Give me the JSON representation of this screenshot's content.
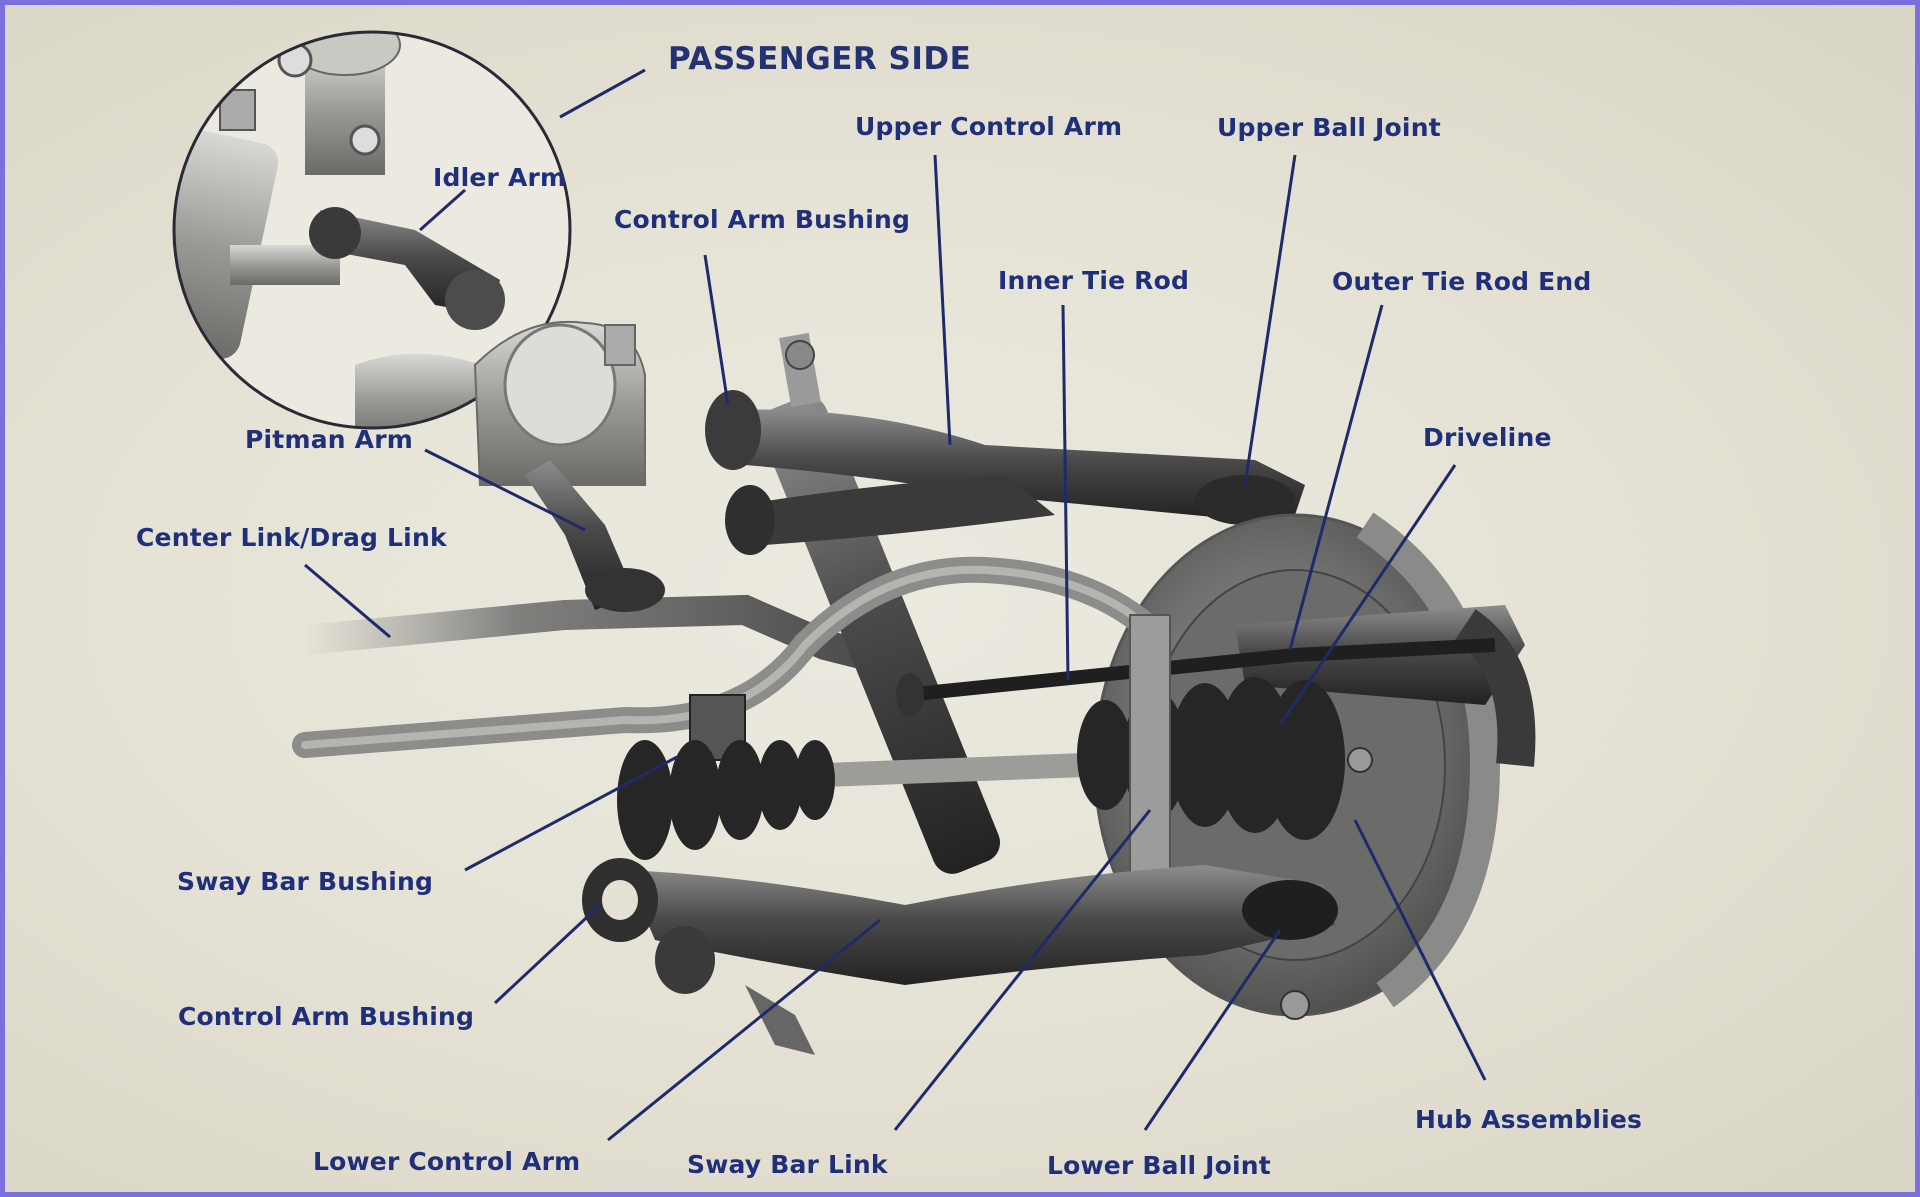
{
  "title": "PASSENGER SIDE",
  "labels": {
    "idler_arm": "Idler Arm",
    "upper_control_arm": "Upper Control Arm",
    "upper_ball_joint": "Upper Ball Joint",
    "control_arm_bushing_top": "Control Arm Bushing",
    "inner_tie_rod": "Inner Tie Rod",
    "outer_tie_rod_end": "Outer Tie Rod End",
    "pitman_arm": "Pitman Arm",
    "driveline": "Driveline",
    "center_link": "Center Link/Drag Link",
    "sway_bar_bushing": "Sway Bar Bushing",
    "control_arm_bushing_bottom": "Control Arm Bushing",
    "hub_assemblies": "Hub Assemblies",
    "lower_control_arm": "Lower Control Arm",
    "sway_bar_link": "Sway Bar Link",
    "lower_ball_joint": "Lower Ball Joint"
  },
  "colors": {
    "label_text": "#1f2f7a",
    "leader_line": "#1f2a6b",
    "frame_border": "#7b6fe0",
    "background": "#e4e1d4"
  }
}
